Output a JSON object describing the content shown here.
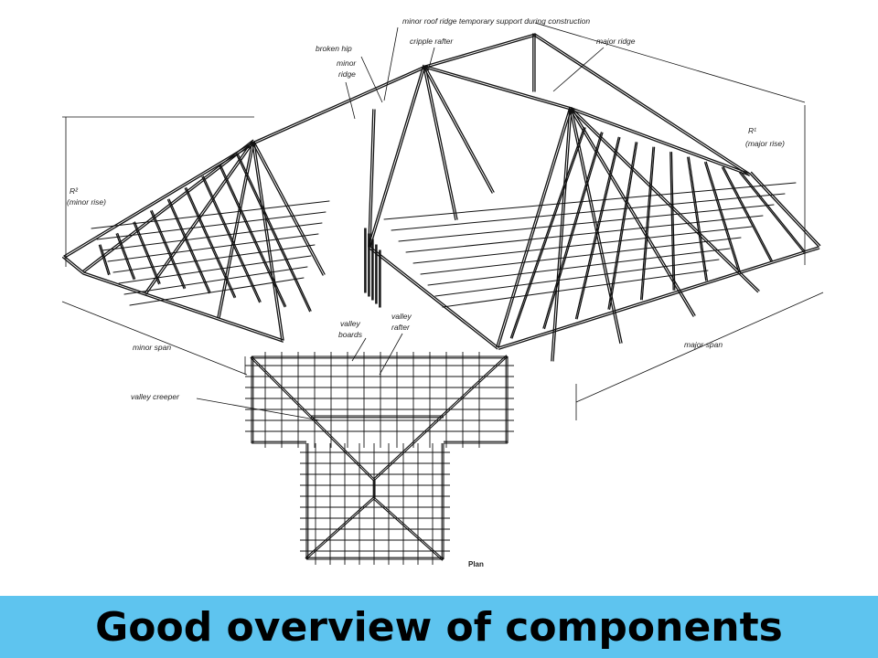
{
  "diagram": {
    "labels": {
      "minor_ridge_support": "minor roof ridge temporary support during construction",
      "broken_hip": "broken hip",
      "cripple_rafter": "cripple rafter",
      "major_ridge": "major ridge",
      "minor_ridge_1": "minor",
      "minor_ridge_2": "ridge",
      "major_rise_1": "R¹",
      "major_rise_2": "(major rise)",
      "minor_rise_1": "R²",
      "minor_rise_2": "(minor rise)",
      "valley_boards_1": "valley",
      "valley_boards_2": "boards",
      "valley_rafter_1": "valley",
      "valley_rafter_2": "rafter",
      "minor_span": "minor span",
      "major_span": "major span",
      "valley_creeper": "valley creeper",
      "plan": "Plan"
    }
  },
  "caption": {
    "text": "Good overview of components",
    "background": "#5ec4ef"
  }
}
